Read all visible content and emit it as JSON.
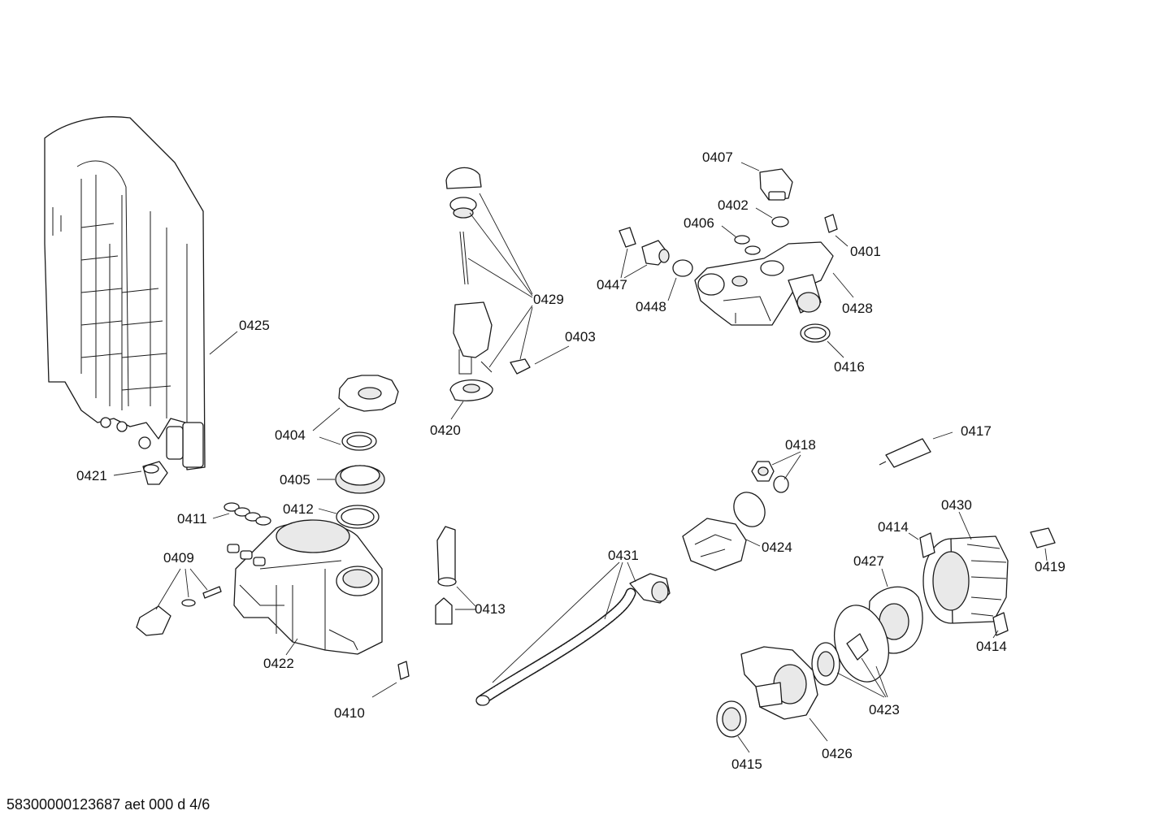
{
  "labels": {
    "p0401": "0401",
    "p0402": "0402",
    "p0403": "0403",
    "p0404": "0404",
    "p0405": "0405",
    "p0406": "0406",
    "p0407": "0407",
    "p0409": "0409",
    "p0410": "0410",
    "p0411": "0411",
    "p0412": "0412",
    "p0413": "0413",
    "p0414a": "0414",
    "p0414b": "0414",
    "p0415": "0415",
    "p0416": "0416",
    "p0417": "0417",
    "p0418": "0418",
    "p0419": "0419",
    "p0420": "0420",
    "p0421": "0421",
    "p0422": "0422",
    "p0423": "0423",
    "p0424": "0424",
    "p0425": "0425",
    "p0426": "0426",
    "p0427": "0427",
    "p0428": "0428",
    "p0429": "0429",
    "p0430": "0430",
    "p0431": "0431",
    "p0447": "0447",
    "p0448": "0448"
  },
  "footer": "58300000123687 aet 000 d 4/6"
}
